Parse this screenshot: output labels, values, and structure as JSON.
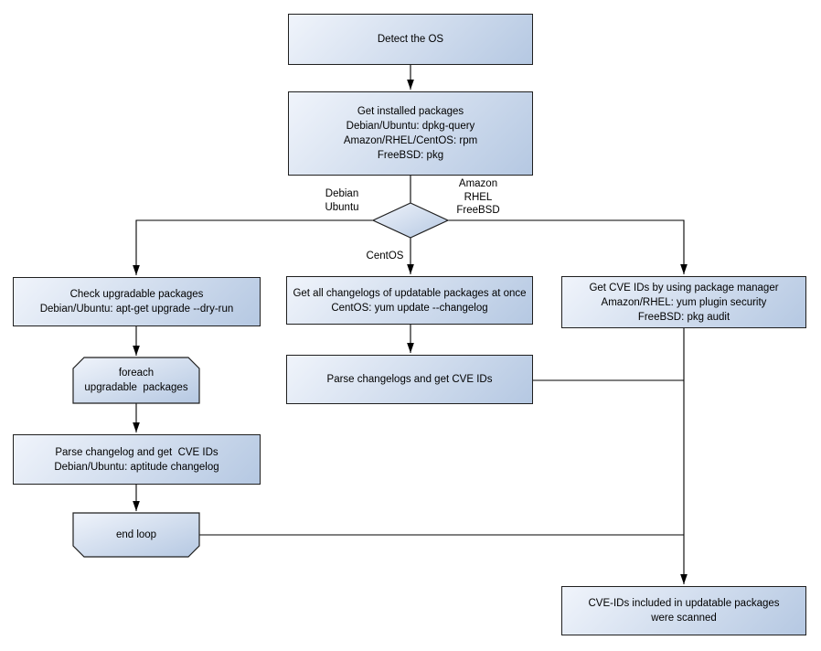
{
  "diagram": {
    "nodes": {
      "detect_os": {
        "label": "Detect the OS"
      },
      "get_installed_packages": {
        "label": "Get installed packages\nDebian/Ubuntu: dpkg-query\nAmazon/RHEL/CentOS: rpm\nFreeBSD: pkg"
      },
      "check_upgradable": {
        "label": "Check upgradable packages\nDebian/Ubuntu: apt-get upgrade --dry-run"
      },
      "foreach_loop": {
        "label": "foreach\nupgradable  packages"
      },
      "parse_changelog_debian": {
        "label": "Parse changelog and get  CVE IDs\nDebian/Ubuntu: aptitude changelog"
      },
      "end_loop": {
        "label": "end loop"
      },
      "get_all_changelogs": {
        "label": "Get all changelogs of updatable packages at once\nCentOS: yum update --changelog"
      },
      "parse_changelogs_centos": {
        "label": "Parse changelogs and get CVE IDs"
      },
      "get_cve_ids_pkg_manager": {
        "label": "Get CVE IDs by using package manager\nAmazon/RHEL: yum plugin security\nFreeBSD: pkg audit"
      },
      "scanned_result": {
        "label": "CVE-IDs included in updatable packages\nwere scanned"
      }
    },
    "branch_labels": {
      "debian_ubuntu": "Debian\nUbuntu",
      "centos": "CentOS",
      "amazon_rhel_freebsd": "Amazon\nRHEL\nFreeBSD"
    },
    "colors": {
      "node_fill_light": "#f0f4fb",
      "node_fill_dark": "#b5c8e2",
      "node_border": "#1f1f1f",
      "connector": "#000000",
      "text": "#000000",
      "background": "#ffffff"
    }
  }
}
